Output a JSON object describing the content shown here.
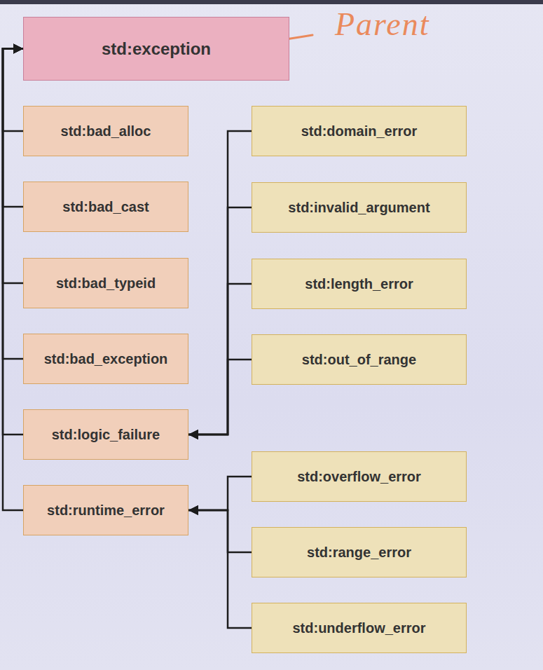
{
  "diagram": {
    "nodes": [
      {
        "text": [
          "std:exception"
        ]
      },
      {
        "text": [
          "std:bad_alloc"
        ]
      },
      {
        "text": [
          "std:bad_cast"
        ]
      },
      {
        "text": [
          "std:bad_typeid"
        ]
      },
      {
        "text": [
          "std:bad_exception"
        ]
      },
      {
        "text": [
          "std:logic_failure"
        ]
      },
      {
        "text": [
          "std:runtime_error"
        ]
      },
      {
        "text": [
          "std:domain_error"
        ]
      },
      {
        "text": [
          "std:invalid_argument"
        ]
      },
      {
        "text": [
          "std:length_error"
        ]
      },
      {
        "text": [
          "std:out_of_range"
        ]
      },
      {
        "text": [
          "std:overflow_error"
        ]
      },
      {
        "text": [
          "std:range_error"
        ]
      },
      {
        "text": [
          "std:underflow_error"
        ]
      }
    ],
    "edges": [
      {
        "from": 1,
        "to": 0,
        "arrow": "to"
      },
      {
        "from": 2,
        "to": 0,
        "arrow": "to"
      },
      {
        "from": 3,
        "to": 0,
        "arrow": "to"
      },
      {
        "from": 4,
        "to": 0,
        "arrow": "to"
      },
      {
        "from": 5,
        "to": 0,
        "arrow": "to"
      },
      {
        "from": 6,
        "to": 0,
        "arrow": "to"
      },
      {
        "from": 7,
        "to": 5,
        "arrow": "to"
      },
      {
        "from": 8,
        "to": 5,
        "arrow": "to"
      },
      {
        "from": 9,
        "to": 5,
        "arrow": "to"
      },
      {
        "from": 10,
        "to": 5,
        "arrow": "to"
      },
      {
        "from": 11,
        "to": 6,
        "arrow": "to"
      },
      {
        "from": 12,
        "to": 6,
        "arrow": "to"
      },
      {
        "from": 13,
        "to": 6,
        "arrow": "to"
      }
    ],
    "labels": [
      "Parent"
    ]
  }
}
